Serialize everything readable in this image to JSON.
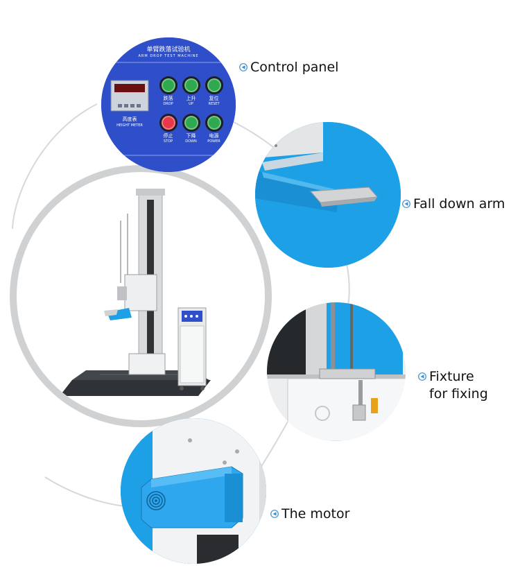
{
  "labels": {
    "control_panel": "Control panel",
    "fall_down_arm": "Fall down arm",
    "fixture": "Fixture\nfor fixing",
    "motor": "The motor"
  },
  "panel": {
    "title_cn": "单臂跌落试验机",
    "title_en": "ARM DROP TEST MACHINE",
    "height_meter_cn": "高度表",
    "height_meter_en": "HEIGHT METER",
    "buttons": [
      {
        "cn": "跌落",
        "en": "DROP",
        "color": "#2fa84f"
      },
      {
        "cn": "上升",
        "en": "UP",
        "color": "#2fa84f"
      },
      {
        "cn": "复位",
        "en": "RESET",
        "color": "#2fa84f"
      },
      {
        "cn": "停止",
        "en": "STOP",
        "color": "#e8394a"
      },
      {
        "cn": "下降",
        "en": "DOWN",
        "color": "#2fa84f"
      },
      {
        "cn": "电源",
        "en": "POWER",
        "color": "#2fa84f"
      }
    ]
  },
  "colors": {
    "panel_blue": "#2e4fc9",
    "cyan": "#1ea0e6",
    "machine_grey": "#d9dadc",
    "platform": "#2f3236",
    "ring": "#cfd1d3",
    "label_icon": "#3a8fcf"
  },
  "icons": {
    "label_marker": "speaker-play-icon",
    "motor_vent": "fan-grille-icon"
  }
}
